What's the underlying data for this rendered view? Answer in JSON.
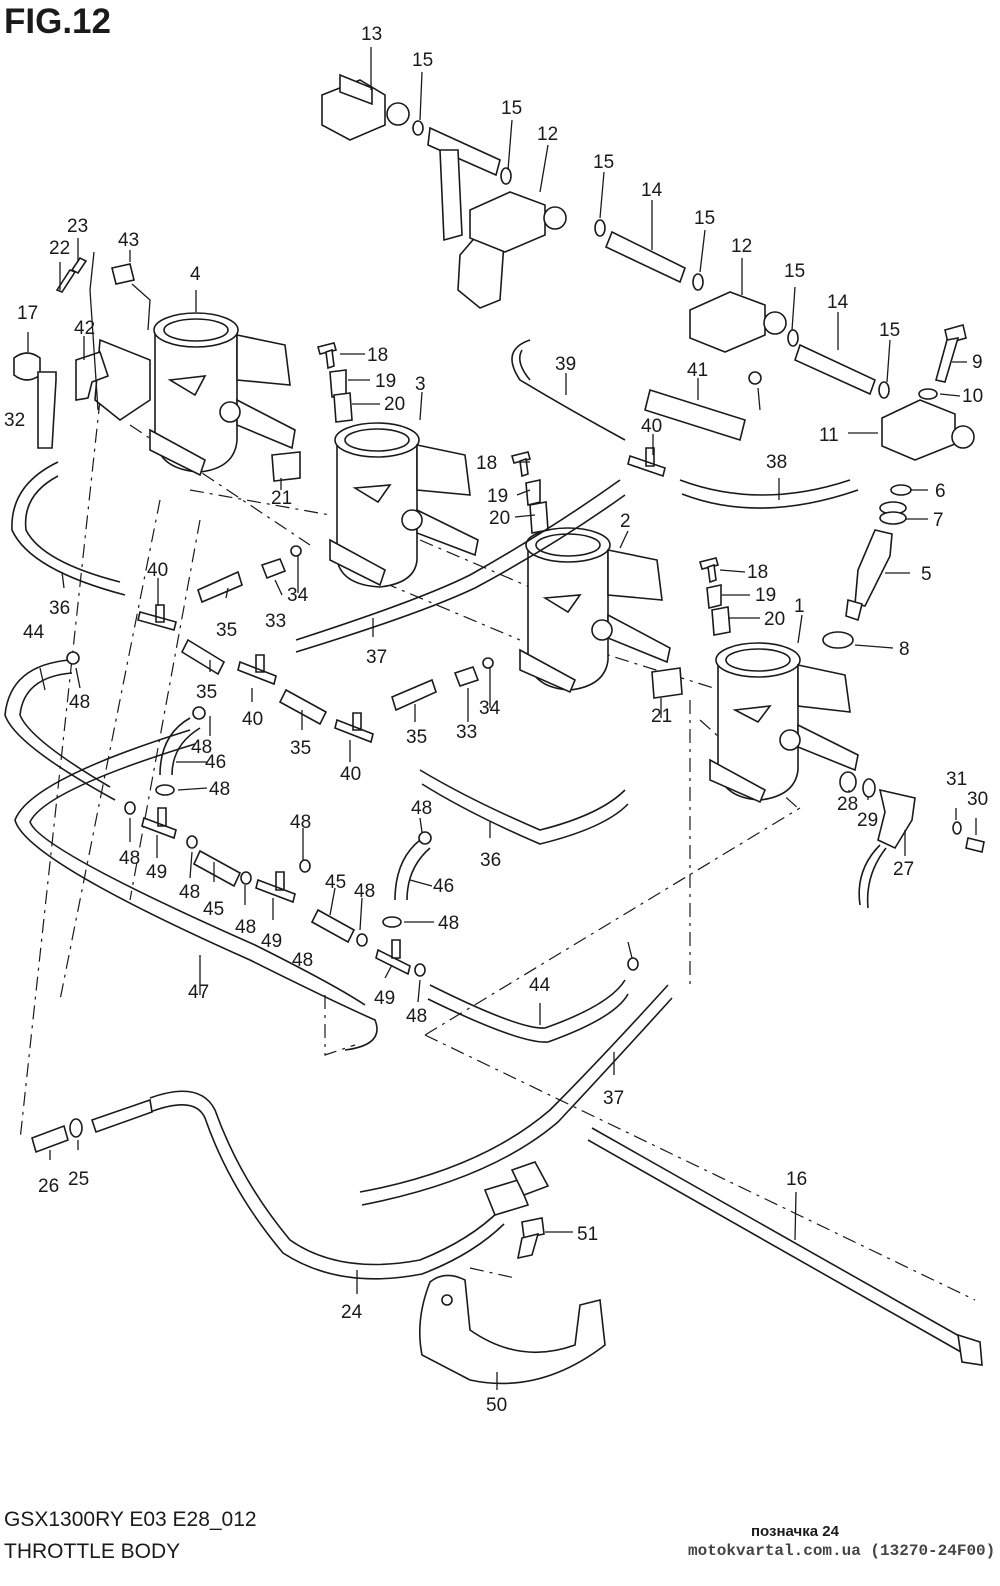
{
  "figure": {
    "title": "FIG.12",
    "model_code": "GSX1300RY E03 E28_012",
    "section_name": "THROTTLE BODY",
    "note": "позначка 24",
    "watermark": "motokvartal.com.ua (13270-24F00)"
  },
  "callouts": [
    "1",
    "2",
    "3",
    "4",
    "5",
    "6",
    "7",
    "8",
    "9",
    "10",
    "11",
    "12",
    "12",
    "13",
    "14",
    "14",
    "15",
    "15",
    "15",
    "15",
    "15",
    "15",
    "15",
    "16",
    "17",
    "18",
    "18",
    "18",
    "19",
    "19",
    "19",
    "20",
    "20",
    "20",
    "21",
    "21",
    "22",
    "23",
    "24",
    "25",
    "26",
    "27",
    "28",
    "29",
    "30",
    "31",
    "32",
    "33",
    "33",
    "34",
    "34",
    "35",
    "35",
    "35",
    "35",
    "36",
    "36",
    "37",
    "37",
    "38",
    "39",
    "40",
    "40",
    "40",
    "40",
    "41",
    "42",
    "43",
    "44",
    "44",
    "45",
    "45",
    "46",
    "46",
    "47",
    "48",
    "48",
    "48",
    "48",
    "48",
    "48",
    "48",
    "48",
    "48",
    "48",
    "48",
    "48",
    "49",
    "49",
    "49",
    "50",
    "51"
  ]
}
